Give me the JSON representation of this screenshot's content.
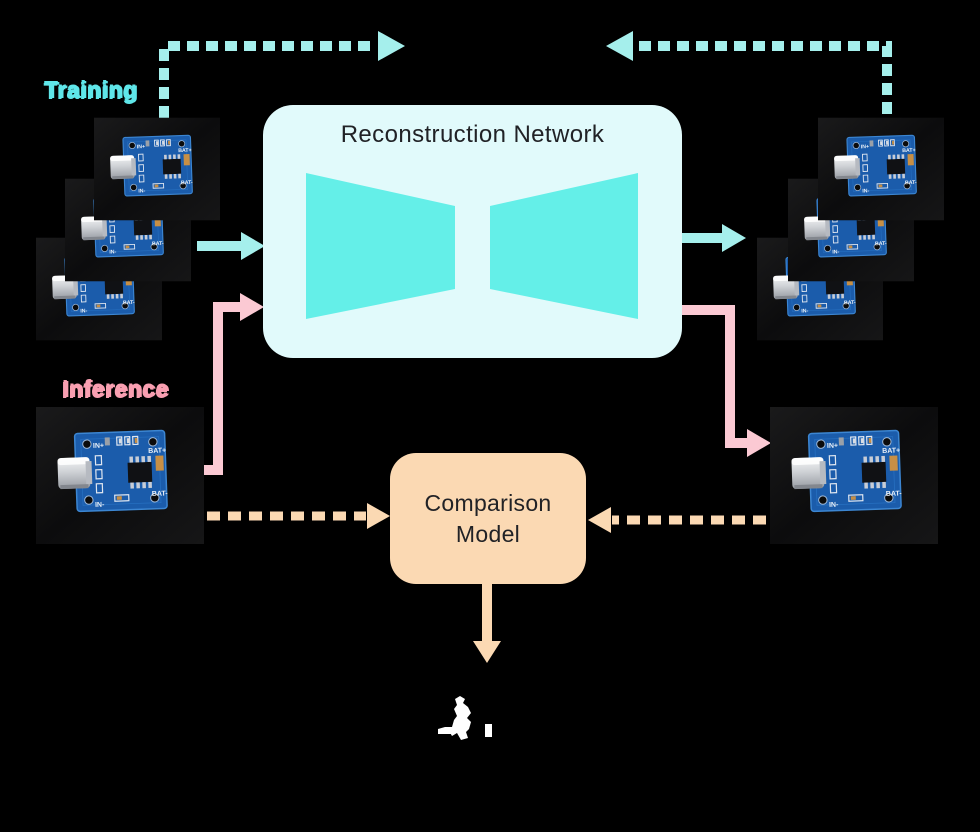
{
  "labels": {
    "training": "Training",
    "inference": "Inference"
  },
  "boxes": {
    "reconstruction": {
      "title": "Reconstruction Network"
    },
    "comparison": {
      "title_lines": [
        "Comparison",
        "Model"
      ]
    }
  },
  "images": {
    "training_stack_count": 3,
    "reconstructed_stack_count": 3,
    "inference_input_count": 1,
    "reconstructed_inference_count": 1,
    "pcb_silkscreen": {
      "in_plus": "IN+",
      "in_minus": "IN-",
      "bat_plus": "BAT+",
      "bat_minus": "BAT-"
    }
  },
  "anomaly_map": {
    "blob_count": 2
  },
  "colors": {
    "background": "#000000",
    "pale_cyan": "#A5EFEC",
    "accent_cyan": "#64EFE8",
    "box_cyan": "#E1FAFB",
    "cyan_label": "#5FE6E9",
    "pink": "#FBC9D3",
    "pink_label": "#F99FB1",
    "peach": "#FBD9B3",
    "text_dark": "#212226",
    "pcb_blue": "#1B5CAB",
    "anomaly_white": "#FFFFFF"
  }
}
